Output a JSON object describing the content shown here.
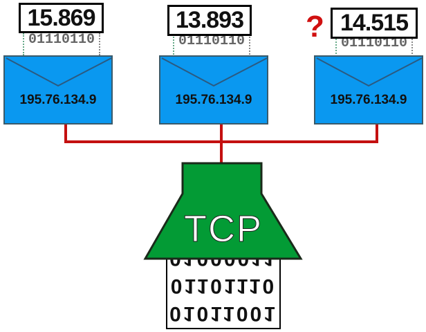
{
  "hosts": [
    {
      "value": "15.869",
      "ip": "195.76.134.9",
      "bits": "01110110",
      "uncertain": false
    },
    {
      "value": "13.893",
      "ip": "195.76.134.9",
      "bits": "01110110",
      "uncertain": false
    },
    {
      "value": "14.515",
      "ip": "195.76.134.9",
      "bits": "01110110",
      "uncertain": true,
      "mark": "?"
    }
  ],
  "tcp": {
    "label": "TCP",
    "binary_rows": [
      "01000011",
      "01101110",
      "01011001"
    ]
  },
  "colors": {
    "envelope": "#0a98f0",
    "tcp": "#039b35",
    "link": "#c41010",
    "question": "#d01010"
  }
}
